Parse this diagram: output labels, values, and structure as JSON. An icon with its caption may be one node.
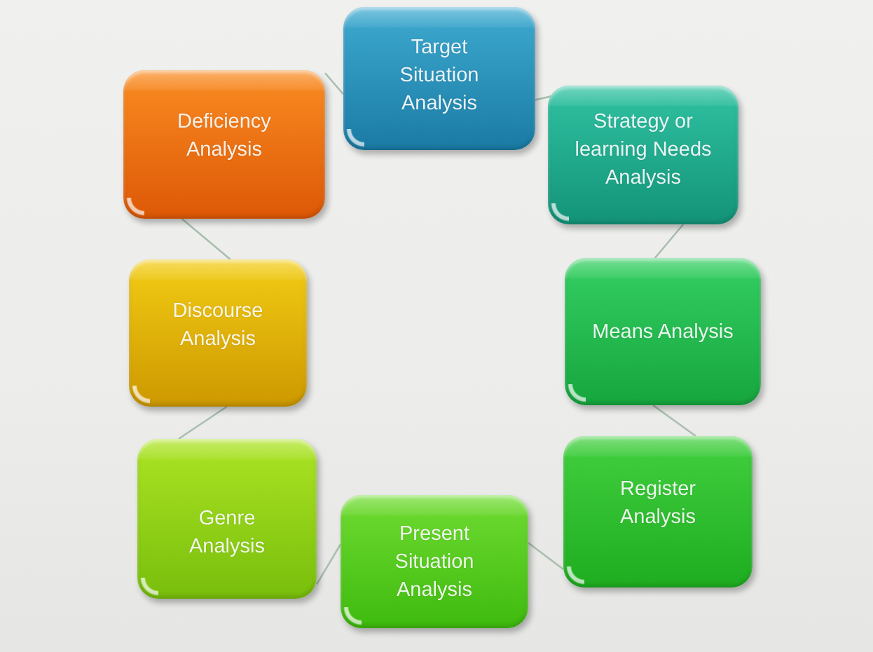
{
  "diagram": {
    "nodes": [
      {
        "text": [
          "Target Situation Analysis"
        ]
      },
      {
        "text": [
          "Strategy or learning Needs Analysis"
        ]
      },
      {
        "text": [
          "Means Analysis"
        ]
      },
      {
        "text": [
          "Register Analysis"
        ]
      },
      {
        "text": [
          "Present Situation Analysis"
        ]
      },
      {
        "text": [
          "Genre Analysis"
        ]
      },
      {
        "text": [
          "Discourse Analysis"
        ]
      },
      {
        "text": [
          "Deficiency Analysis"
        ]
      }
    ],
    "edges": [
      {
        "from": 0,
        "to": 1,
        "arrow": "none"
      },
      {
        "from": 1,
        "to": 2,
        "arrow": "none"
      },
      {
        "from": 2,
        "to": 3,
        "arrow": "none"
      },
      {
        "from": 3,
        "to": 4,
        "arrow": "none"
      },
      {
        "from": 4,
        "to": 5,
        "arrow": "none"
      },
      {
        "from": 5,
        "to": 6,
        "arrow": "none"
      },
      {
        "from": 6,
        "to": 7,
        "arrow": "none"
      },
      {
        "from": 7,
        "to": 0,
        "arrow": "none"
      }
    ]
  }
}
